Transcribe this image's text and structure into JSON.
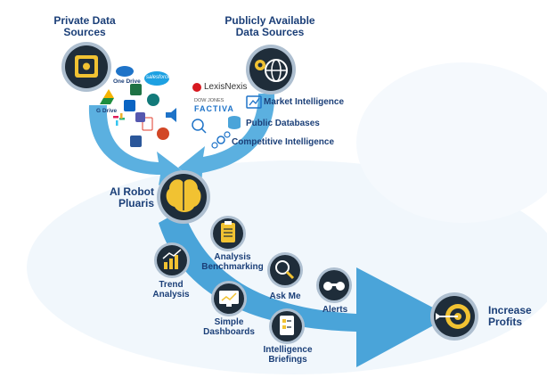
{
  "colors": {
    "navy": "#1b3f78",
    "arrow_blue": "#4aa4d9",
    "arrow_light": "#cfe6f5",
    "circle_dark": "#1f2d3a",
    "circle_ring": "#aebfd0",
    "gold": "#f1c232"
  },
  "labels": {
    "private": "Private Data Sources",
    "public": "Publicly Available Data Sources",
    "ai_robot": "AI Robot",
    "pluaris": "Pluaris",
    "increase": "Increase Profits",
    "trend": "Trend Analysis",
    "analysis": "Analysis Benchmarking",
    "ask": "Ask Me",
    "alerts": "Alerts",
    "dashboards": "Simple Dashboards",
    "briefings": "Intelligence Briefings"
  },
  "sources": {
    "market": "Market Intelligence",
    "databases": "Public Databases",
    "competitive": "Competitive Intelligence",
    "lexisnexis": "LexisNexis",
    "dowjones_top": "DOW JONES",
    "dowjones_bottom": "FACTIVA",
    "onedrive": "One Drive",
    "gdrive": "G Drive",
    "salesforce": "salesforce"
  }
}
